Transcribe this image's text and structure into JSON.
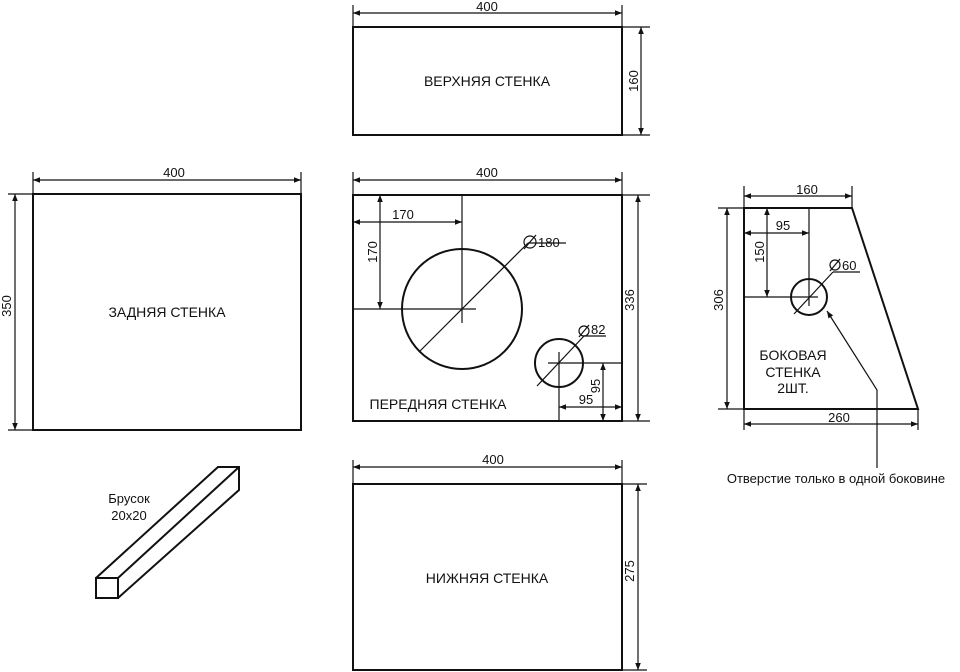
{
  "panels": {
    "top": {
      "label": "ВЕРХНЯЯ СТЕНКА",
      "width": "400",
      "height": "160"
    },
    "back": {
      "label": "ЗАДНЯЯ СТЕНКА",
      "width": "400",
      "height": "350"
    },
    "front": {
      "label": "ПЕРЕДНЯЯ СТЕНКА",
      "width": "400",
      "height": "336",
      "big_hole": {
        "x_offset": "170",
        "y_offset": "170",
        "diameter": "180"
      },
      "small_hole": {
        "diameter": "82",
        "x_offset": "95",
        "y_offset": "95"
      }
    },
    "bottom": {
      "label": "НИЖНЯЯ СТЕНКА",
      "width": "400",
      "height": "275"
    },
    "side": {
      "label_line1": "БОКОВАЯ",
      "label_line2": "СТЕНКА",
      "label_line3": "2ШТ.",
      "top_width": "160",
      "bottom_width": "260",
      "height": "306",
      "hole": {
        "diameter": "60",
        "x_offset": "95",
        "y_offset": "150"
      },
      "note": "Отверстие только в одной боковине"
    }
  },
  "bar": {
    "label_line1": "Брусок",
    "label_line2": "20x20"
  },
  "symbols": {
    "diameter": "∅"
  }
}
